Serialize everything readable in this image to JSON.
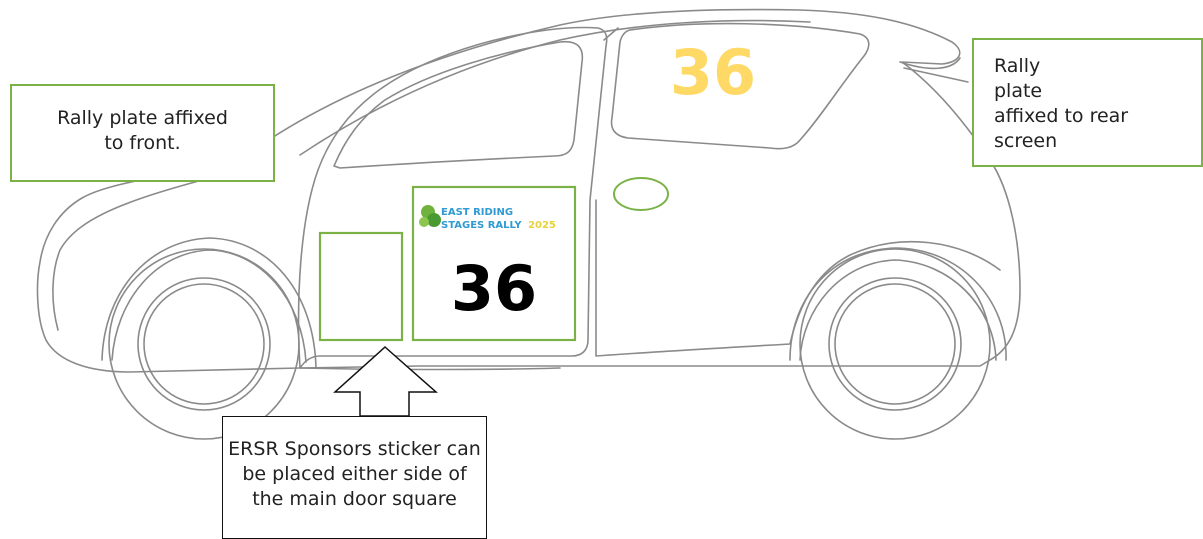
{
  "callouts": {
    "front": [
      "Rally plate affixed",
      "to front."
    ],
    "rear": [
      "Rally",
      "plate",
      "affixed to rear",
      "screen"
    ],
    "sponsor": [
      "ERSR Sponsors sticker can",
      "be placed either side of",
      "the main door square"
    ]
  },
  "rally_number": "36",
  "rally_logo": {
    "line1": "EAST RIDING",
    "line2_part1": "STAGES RALLY",
    "line2_part2": "2025"
  },
  "colors": {
    "callout_border": "#7bb248",
    "rear_number": "#ffd966",
    "logo_blue": "#2f9ad3",
    "logo_yellow": "#e8d23c",
    "logo_green": "#6fb23e"
  }
}
